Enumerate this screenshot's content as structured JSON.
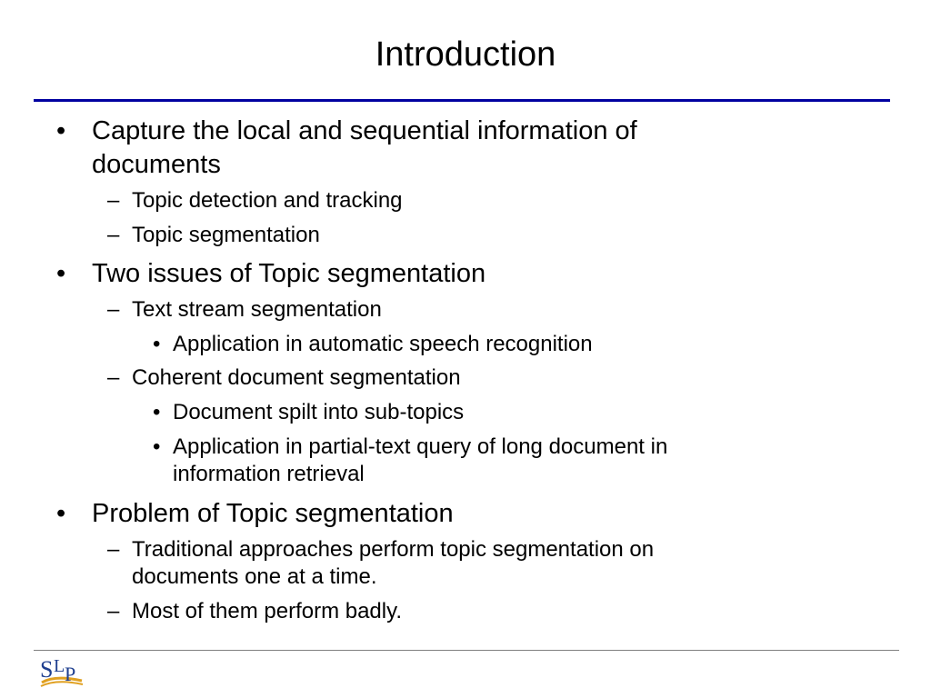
{
  "slide": {
    "title": "Introduction",
    "bullets": [
      {
        "marker": "•",
        "lines": [
          "Capture the local and sequential information of",
          "documents"
        ],
        "children": [
          {
            "marker": "–",
            "lines": [
              "Topic detection and tracking"
            ]
          },
          {
            "marker": "–",
            "lines": [
              "Topic segmentation"
            ]
          }
        ]
      },
      {
        "marker": "•",
        "lines": [
          "Two issues of Topic segmentation"
        ],
        "children": [
          {
            "marker": "–",
            "lines": [
              "Text stream segmentation"
            ],
            "children": [
              {
                "marker": "•",
                "lines": [
                  "Application in automatic speech recognition"
                ]
              }
            ]
          },
          {
            "marker": "–",
            "lines": [
              "Coherent document segmentation"
            ],
            "children": [
              {
                "marker": "•",
                "lines": [
                  "Document spilt into sub-topics"
                ]
              },
              {
                "marker": "•",
                "lines": [
                  "Application in partial-text query of long document in",
                  "information retrieval"
                ]
              }
            ]
          }
        ]
      },
      {
        "marker": "•",
        "lines": [
          "Problem of Topic segmentation"
        ],
        "children": [
          {
            "marker": "–",
            "lines": [
              "Traditional approaches perform topic segmentation on",
              "documents one at a time."
            ]
          },
          {
            "marker": "–",
            "lines": [
              "Most of them perform badly."
            ]
          }
        ]
      }
    ],
    "logo": {
      "letters": "SLP",
      "icon": "slp-logo-icon"
    }
  },
  "colors": {
    "title_rule": "#0000a0",
    "footer_rule": "#808080",
    "logo_blue": "#1f3f8f",
    "logo_gold": "#e0a020"
  }
}
